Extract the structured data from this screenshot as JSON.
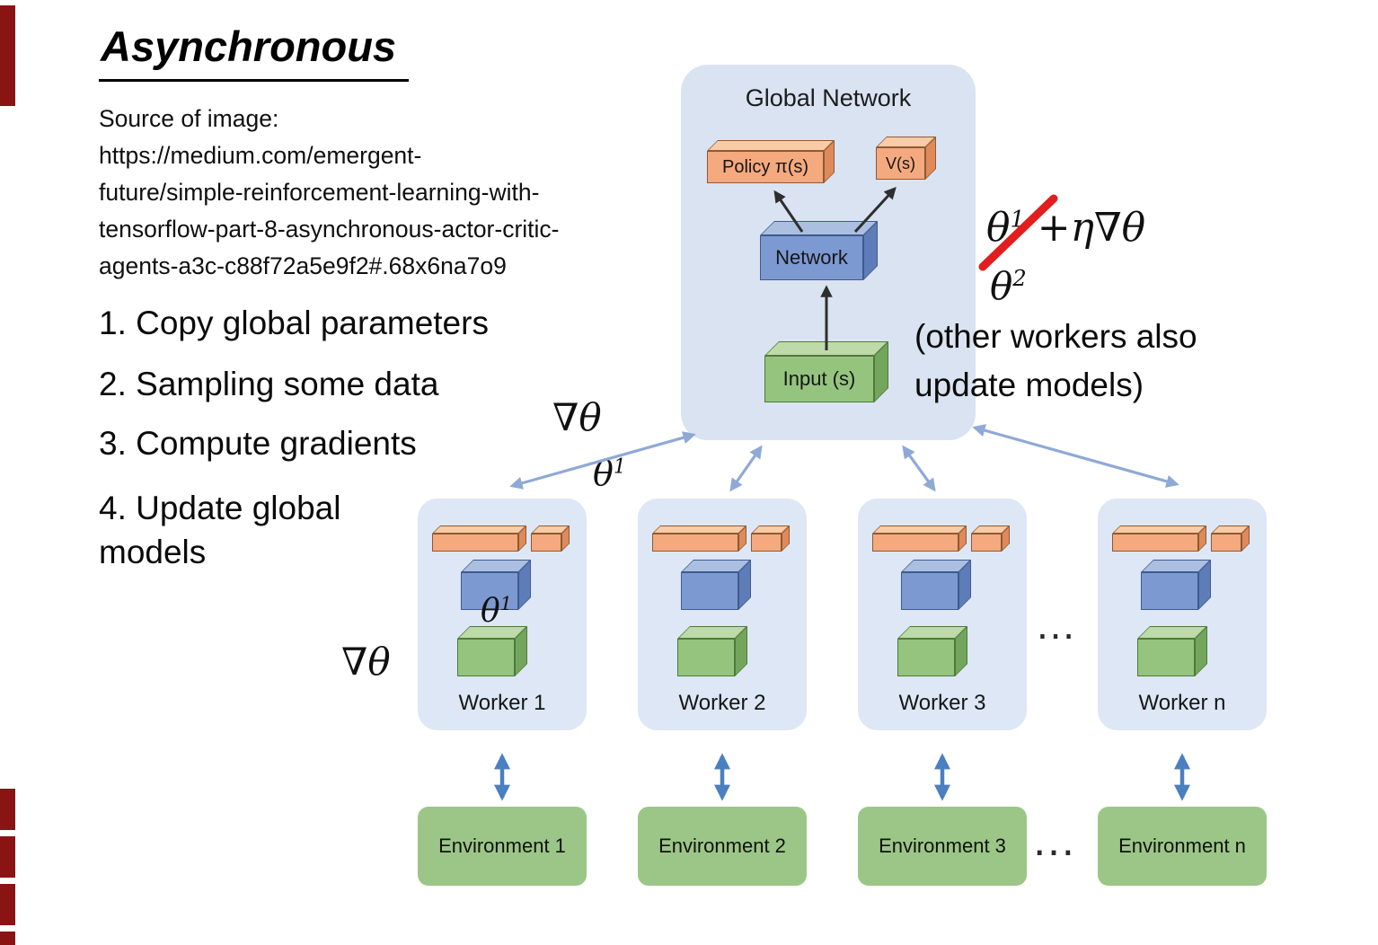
{
  "slide": {
    "title": "Asynchronous",
    "source_lines": [
      "Source of image:",
      "https://medium.com/emergent-",
      "future/simple-reinforcement-learning-with-",
      "tensorflow-part-8-asynchronous-actor-critic-",
      "agents-a3c-c88f72a5e9f2#.68x6na7o9"
    ],
    "steps": [
      [
        "1. Copy global parameters"
      ],
      [
        "2. Sampling some data"
      ],
      [
        "3. Compute gradients"
      ],
      [
        "4. Update global",
        "models"
      ]
    ]
  },
  "diagram": {
    "global": {
      "title": "Global Network",
      "policy_label": "Policy π(s)",
      "value_label": "V(s)",
      "network_label": "Network",
      "input_label": "Input (s)"
    },
    "workers": [
      {
        "label": "Worker 1"
      },
      {
        "label": "Worker 2"
      },
      {
        "label": "Worker 3"
      },
      {
        "label": "Worker n"
      }
    ],
    "environments": [
      {
        "label": "Environment 1"
      },
      {
        "label": "Environment 2"
      },
      {
        "label": "Environment 3"
      },
      {
        "label": "Environment n"
      }
    ],
    "worker_dots": "…",
    "environment_dots": "…"
  },
  "annotations": {
    "grad_theta_upper": "∇θ",
    "theta_copy_upper": {
      "base": "θ",
      "sup": "1"
    },
    "theta_copy_worker": {
      "base": "θ",
      "sup": "1"
    },
    "grad_theta_lower": "∇θ",
    "update_formula": {
      "base": "θ",
      "sup": "1",
      "rest": " +η∇θ"
    },
    "theta_new": {
      "base": "θ",
      "sup": "2"
    },
    "note_lines": [
      "(other workers also",
      "update models)"
    ]
  },
  "colors": {
    "global_card_bg": "#d9e3f2",
    "worker_card_bg": "#dde7f5",
    "environment_bg": "#9cc687",
    "orange_front": "#f5a97e",
    "blue_front": "#7d99d1",
    "green_front": "#95c47e",
    "arrow_light_blue": "#8fa9d6",
    "arrow_blue": "#4a7fc1",
    "strike_red": "#e11d1d",
    "edge_marker_red": "#8a1414"
  }
}
